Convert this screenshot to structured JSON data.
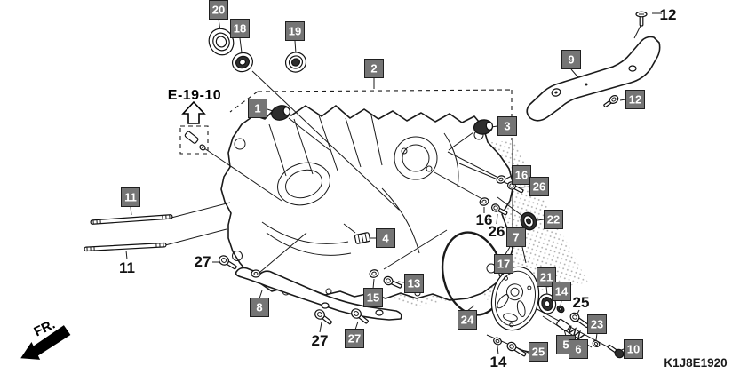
{
  "diagram": {
    "code": "K1J8E1920",
    "reference_label": "E-19-10",
    "front_indicator": "FR."
  },
  "callouts": {
    "boxed": [
      {
        "n": "20"
      },
      {
        "n": "18"
      },
      {
        "n": "19"
      },
      {
        "n": "2"
      },
      {
        "n": "9"
      },
      {
        "n": "12"
      },
      {
        "n": "1"
      },
      {
        "n": "3"
      },
      {
        "n": "16"
      },
      {
        "n": "26"
      },
      {
        "n": "11"
      },
      {
        "n": "22"
      },
      {
        "n": "7"
      },
      {
        "n": "4"
      },
      {
        "n": "17"
      },
      {
        "n": "21"
      },
      {
        "n": "13"
      },
      {
        "n": "14"
      },
      {
        "n": "15"
      },
      {
        "n": "8"
      },
      {
        "n": "24"
      },
      {
        "n": "23"
      },
      {
        "n": "5"
      },
      {
        "n": "6"
      },
      {
        "n": "25"
      },
      {
        "n": "10"
      },
      {
        "n": "27"
      }
    ],
    "plain": [
      {
        "n": "12"
      },
      {
        "n": "11"
      },
      {
        "n": "27"
      },
      {
        "n": "16"
      },
      {
        "n": "26"
      },
      {
        "n": "25"
      },
      {
        "n": "27"
      },
      {
        "n": "14"
      }
    ]
  },
  "icons": {
    "front_arrow": "arrow-down-left",
    "reference_arrow": "arrow-up"
  },
  "colors": {
    "background": "#ffffff",
    "line": "#1a1a1a",
    "label_bg": "#757575",
    "label_border": "#1f1f1f",
    "label_text": "#ffffff",
    "hatch_dot": "#a8a8a8",
    "part_dark": "#2e2e2e"
  }
}
